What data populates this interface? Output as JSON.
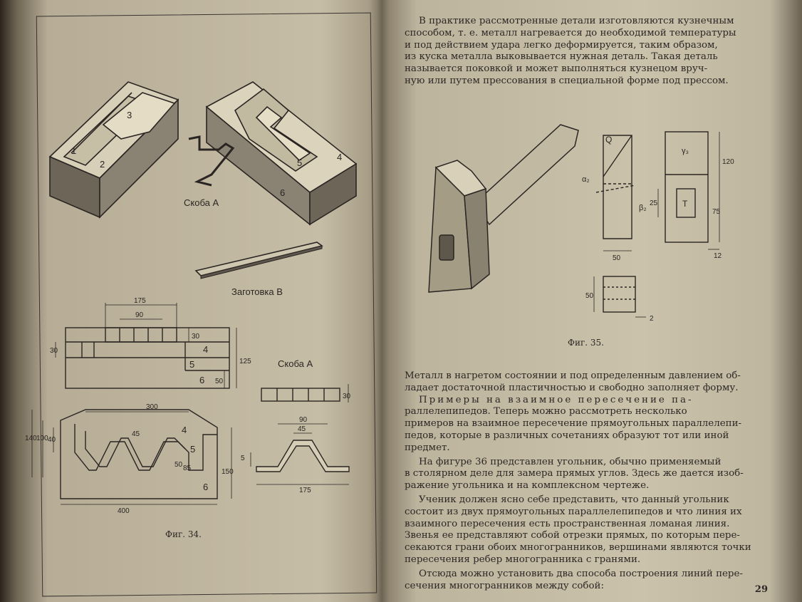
{
  "left_page": {
    "labels": {
      "skoba_a": "Скоба А",
      "zagotovka_b": "Заготовка В",
      "skoba_a_2": "Скоба А",
      "fig_caption": "Фиг. 34.",
      "part_1": "1",
      "part_2": "2",
      "part_3": "3",
      "part_4": "4",
      "part_5": "5",
      "part_6": "6"
    },
    "dims_top": {
      "d175": "175",
      "d90": "90",
      "d30a": "30",
      "d30b": "30",
      "d4": "4",
      "d5": "5",
      "d6": "6",
      "d125": "125",
      "d50": "50"
    },
    "dims_bottom": {
      "d300": "300",
      "d45": "45",
      "d140": "140",
      "d100": "100",
      "d40": "40",
      "d4": "4",
      "d5": "5",
      "d50": "50",
      "d85": "85",
      "d150": "150",
      "d6": "6",
      "d400": "400"
    },
    "dims_skoba": {
      "d30": "30",
      "d90": "90",
      "d45": "45",
      "d5": "5",
      "d175": "175"
    }
  },
  "right_page": {
    "top_paragraph_lines": [
      "В практике рассмотренные детали изготовляются кузнечным",
      "способом, т. е. металл нагревается до необходимой температуры",
      "и под действием удара легко деформируется, таким образом,",
      "из куска металла выковывается нужная деталь. Такая деталь",
      "называется поковкой и может выполняться кузнецом вруч-",
      "ную или путем прессования в специальной форме под прессом."
    ],
    "fig35": {
      "q": "Q",
      "a2": "α₂",
      "b2": "β₂",
      "g3": "γ₃",
      "t": "T",
      "d25": "25",
      "d50": "50",
      "d120": "120",
      "d75": "75",
      "d12": "12",
      "d50b": "50",
      "d2": "2",
      "caption": "Фиг. 35."
    },
    "body_lines": [
      "Металл в нагретом состоянии и под определенным давлением об-",
      "ладает достаточной пластичностью и свободно заполняет форму.",
      "Примеры на взаимное пересечение па-",
      "раллелепипедов. Теперь можно рассмотреть несколько",
      "примеров на взаимное пересечение прямоугольных параллелепи-",
      "педов, которые в различных сочетаниях образуют тот или иной",
      "предмет.",
      "На фигуре 36 представлен угольник, обычно применяемый",
      "в столярном деле для замера прямых углов. Здесь же дается изоб-",
      "ражение угольника и на комплексном чертеже.",
      "Ученик должен ясно себе представить, что данный угольник",
      "состоит из двух прямоугольных параллелепипедов и что линия их",
      "взаимного пересечения есть пространственная ломаная линия.",
      "Звенья ее представляют собой отрезки прямых, по которым пере-",
      "секаются грани обоих многогранников, вершинами являются точки",
      "пересечения ребер многогранника с гранями.",
      "Отсюда можно установить два способа построения линий пере-",
      "сечения многогранников между собой:"
    ],
    "page_number": "29"
  }
}
